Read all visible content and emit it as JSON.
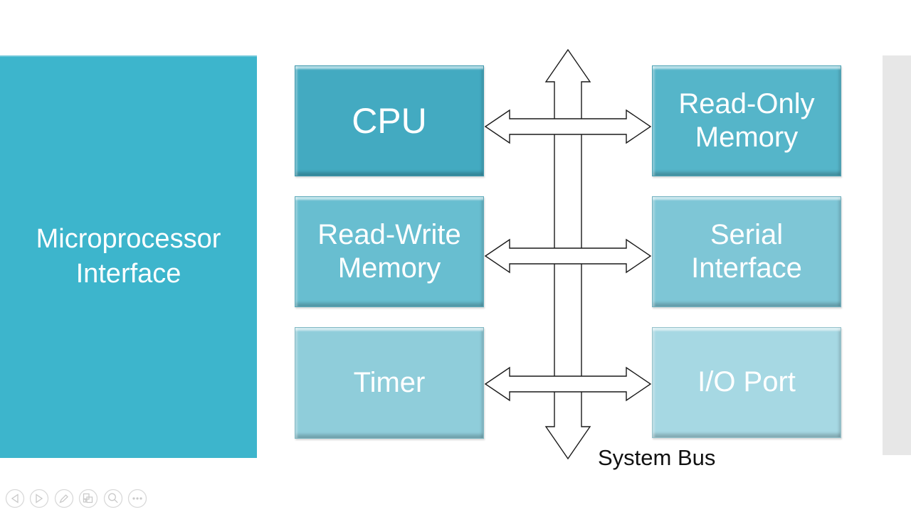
{
  "slide": {
    "panel": {
      "label": "Microprocessor Interface",
      "color": "#3db5cc"
    },
    "blocks": [
      {
        "name": "cpu",
        "label": "CPU",
        "color": "#43aac1"
      },
      {
        "name": "read-only-memory",
        "label": "Read-Only Memory",
        "color": "#55b5c9"
      },
      {
        "name": "read-write-memory",
        "label": "Read-Write Memory",
        "color": "#68bed0"
      },
      {
        "name": "serial-interface",
        "label": "Serial Interface",
        "color": "#7ec6d6"
      },
      {
        "name": "timer",
        "label": "Timer",
        "color": "#8fcdda"
      },
      {
        "name": "io-port",
        "label": "I/O Port",
        "color": "#a6d8e3"
      }
    ],
    "bus_label": "System Bus",
    "arrow_fill": "#ffffff",
    "arrow_outline": "#1a1a1a",
    "next_slide_strip_color": "#e7e7e7"
  },
  "toolbar": {
    "buttons": [
      {
        "name": "previous-slide",
        "icon": "chevron-left-icon"
      },
      {
        "name": "next-slide",
        "icon": "chevron-right-icon"
      },
      {
        "name": "pen-tools",
        "icon": "pen-icon"
      },
      {
        "name": "see-all-slides",
        "icon": "slides-grid-icon"
      },
      {
        "name": "zoom-slide",
        "icon": "magnifier-icon"
      },
      {
        "name": "more-options",
        "icon": "ellipsis-icon"
      }
    ]
  }
}
